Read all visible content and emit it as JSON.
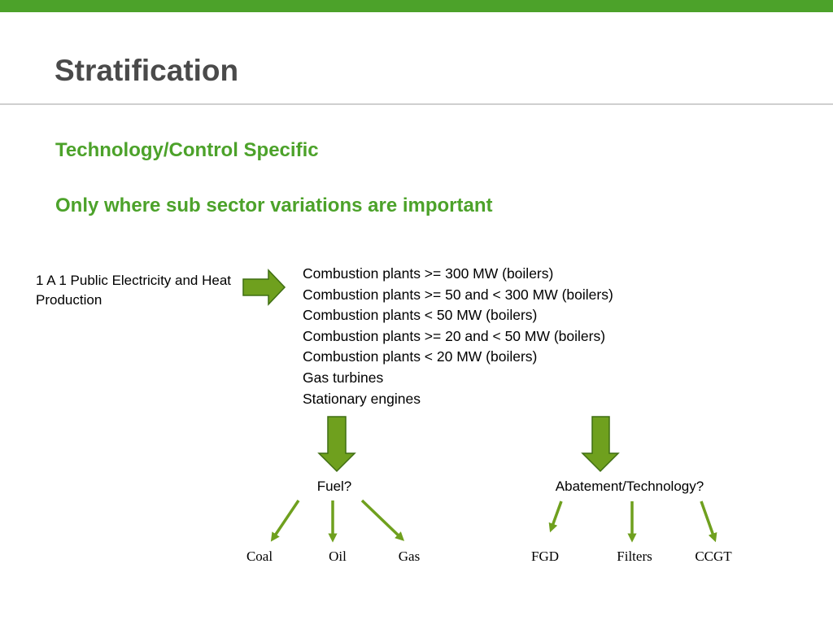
{
  "colors": {
    "brand_green": "#4ca22a",
    "arrow_fill": "#6fa01e",
    "arrow_stroke": "#3f6e12",
    "title_gray": "#4a4a4a"
  },
  "slide": {
    "title": "Stratification",
    "subtitle_1": "Technology/Control Specific",
    "subtitle_2": "Only where sub sector variations are important"
  },
  "diagram": {
    "source": "1 A 1 Public Electricity and Heat Production",
    "plants": [
      "Combustion plants >= 300 MW (boilers)",
      "Combustion plants >= 50 and < 300 MW (boilers)",
      "Combustion plants < 50 MW (boilers)",
      "Combustion plants >= 20 and < 50 MW (boilers)",
      "Combustion plants < 20 MW (boilers)",
      "Gas turbines",
      "Stationary engines"
    ],
    "fuel": {
      "label": "Fuel?",
      "options": [
        "Coal",
        "Oil",
        "Gas"
      ]
    },
    "abatement": {
      "label": "Abatement/Technology?",
      "options": [
        "FGD",
        "Filters",
        "CCGT"
      ]
    }
  }
}
